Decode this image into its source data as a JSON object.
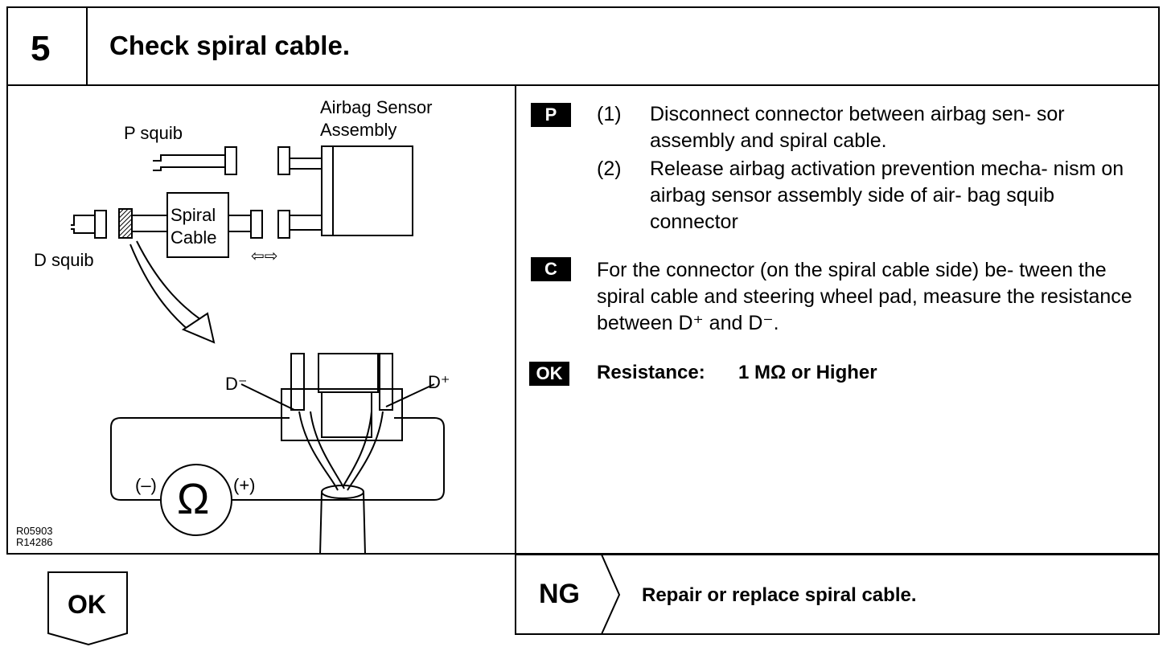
{
  "header": {
    "step_number": "5",
    "title": "Check spiral cable."
  },
  "diagram": {
    "labels": {
      "airbag_sensor": "Airbag Sensor\nAssembly",
      "p_squib": "P squib",
      "d_squib": "D squib",
      "spiral_cable": "Spiral\nCable",
      "d_minus": "D⁻",
      "d_plus": "D⁺",
      "ohm": "Ω",
      "minus_term": "(–)",
      "plus_term": "(+)",
      "arrows": "⇦⇨"
    },
    "codes": "R05903\nR14286"
  },
  "instructions": {
    "p": {
      "tag": "P",
      "step1_num": "(1)",
      "step1_text": "Disconnect connector between airbag sen- sor assembly and spiral cable.",
      "step2_num": "(2)",
      "step2_text": "Release airbag activation prevention mecha- nism on airbag sensor assembly side of air- bag squib connector"
    },
    "c": {
      "tag": "C",
      "text": "For the connector (on the spiral cable side) be- tween the spiral cable and steering wheel pad, measure the resistance between D⁺ and D⁻."
    },
    "ok": {
      "tag": "OK",
      "label": "Resistance:",
      "value": "1 MΩ or Higher"
    }
  },
  "results": {
    "ok_label": "OK",
    "ng_label": "NG",
    "ng_action": "Repair or replace spiral cable."
  }
}
